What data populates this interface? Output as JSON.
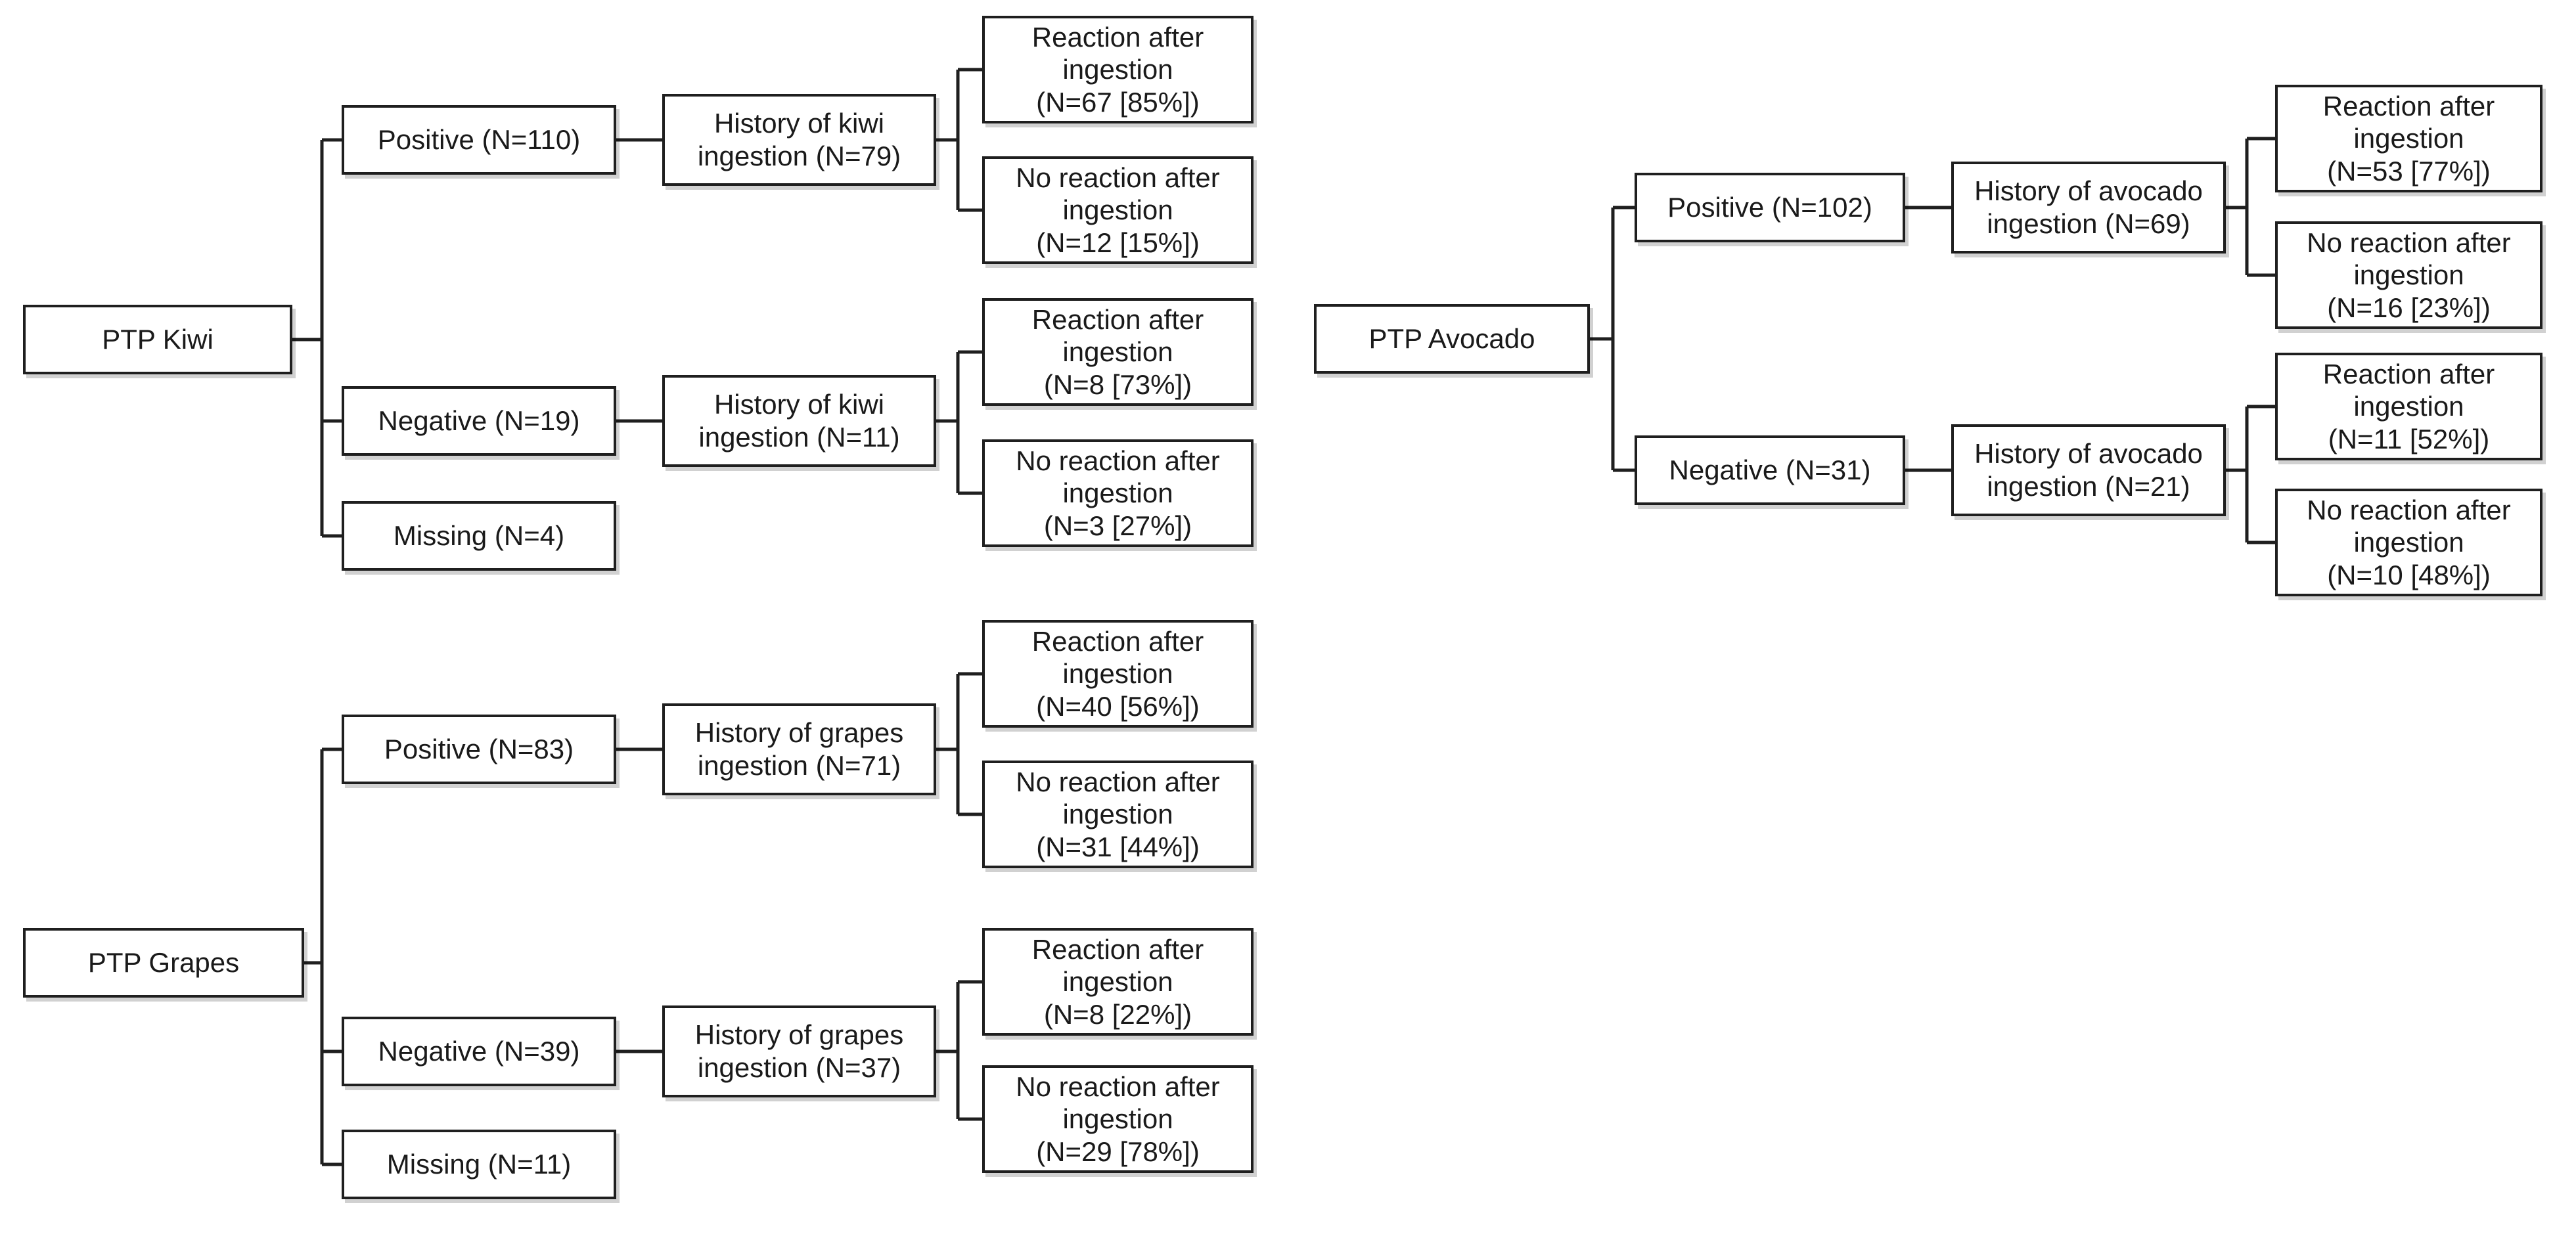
{
  "kiwi": {
    "root": "PTP Kiwi",
    "positive": "Positive (N=110)",
    "positive_history": "History of kiwi\ningestion (N=79)",
    "positive_reaction": "Reaction after\ningestion\n(N=67 [85%])",
    "positive_no_reaction": "No reaction after\ningestion\n(N=12 [15%])",
    "negative": "Negative (N=19)",
    "negative_history": "History of kiwi\ningestion (N=11)",
    "negative_reaction": "Reaction after\ningestion\n(N=8 [73%])",
    "negative_no_reaction": "No reaction after\ningestion\n(N=3 [27%])",
    "missing": "Missing (N=4)"
  },
  "avocado": {
    "root": "PTP Avocado",
    "positive": "Positive (N=102)",
    "positive_history": "History of avocado\ningestion (N=69)",
    "positive_reaction": "Reaction after\ningestion\n(N=53 [77%])",
    "positive_no_reaction": "No reaction after\ningestion\n(N=16 [23%])",
    "negative": "Negative (N=31)",
    "negative_history": "History of avocado\ningestion (N=21)",
    "negative_reaction": "Reaction after\ningestion\n(N=11 [52%])",
    "negative_no_reaction": "No reaction after\ningestion\n(N=10 [48%])"
  },
  "grapes": {
    "root": "PTP Grapes",
    "positive": "Positive (N=83)",
    "positive_history": "History of grapes\ningestion (N=71)",
    "positive_reaction": "Reaction after\ningestion\n(N=40 [56%])",
    "positive_no_reaction": "No reaction after\ningestion\n(N=31 [44%])",
    "negative": "Negative (N=39)",
    "negative_history": "History of grapes\ningestion (N=37)",
    "negative_reaction": "Reaction after\ningestion\n(N=8 [22%])",
    "negative_no_reaction": "No reaction after\ningestion\n(N=29 [78%])",
    "missing": "Missing (N=11)"
  },
  "colors": {
    "line": "#1f1f1f",
    "box_border": "#1f1f1f",
    "background": "#ffffff",
    "text": "#1a1a1a"
  }
}
